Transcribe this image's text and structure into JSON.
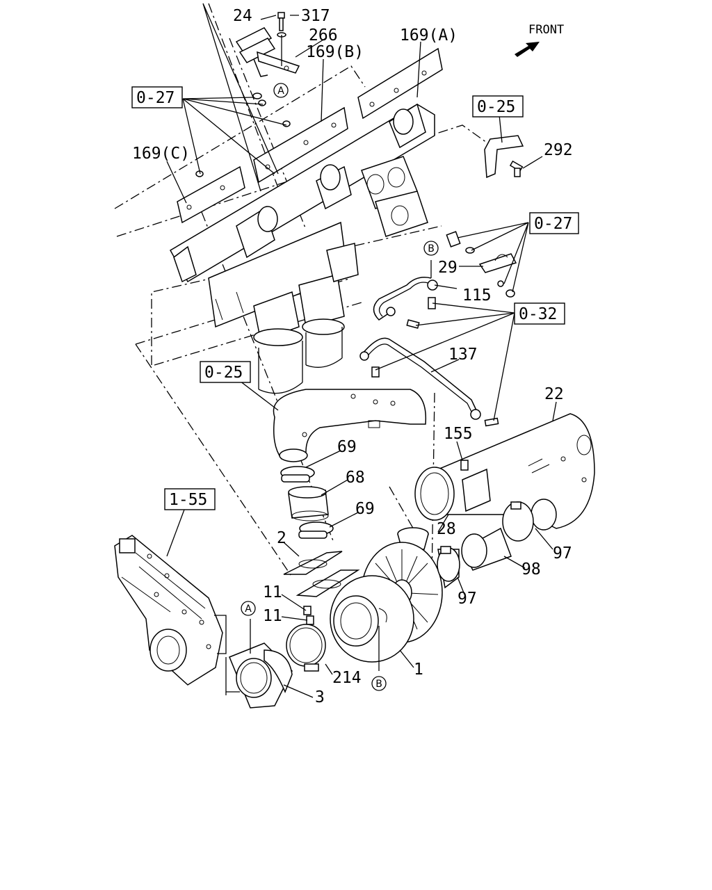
{
  "header": {
    "front_label": "FRONT"
  },
  "reference_boxes": [
    "0-27",
    "0-25",
    "0-27",
    "0-32",
    "0-25",
    "1-55"
  ],
  "circle_markers": [
    "A",
    "B",
    "B",
    "A"
  ],
  "part_labels": [
    "24",
    "317",
    "266",
    "169(B)",
    "169(A)",
    "169(C)",
    "292",
    "29",
    "115",
    "137",
    "22",
    "155",
    "69",
    "68",
    "69",
    "2",
    "28",
    "97",
    "98",
    "97",
    "11",
    "11",
    "214",
    "1",
    "3"
  ]
}
